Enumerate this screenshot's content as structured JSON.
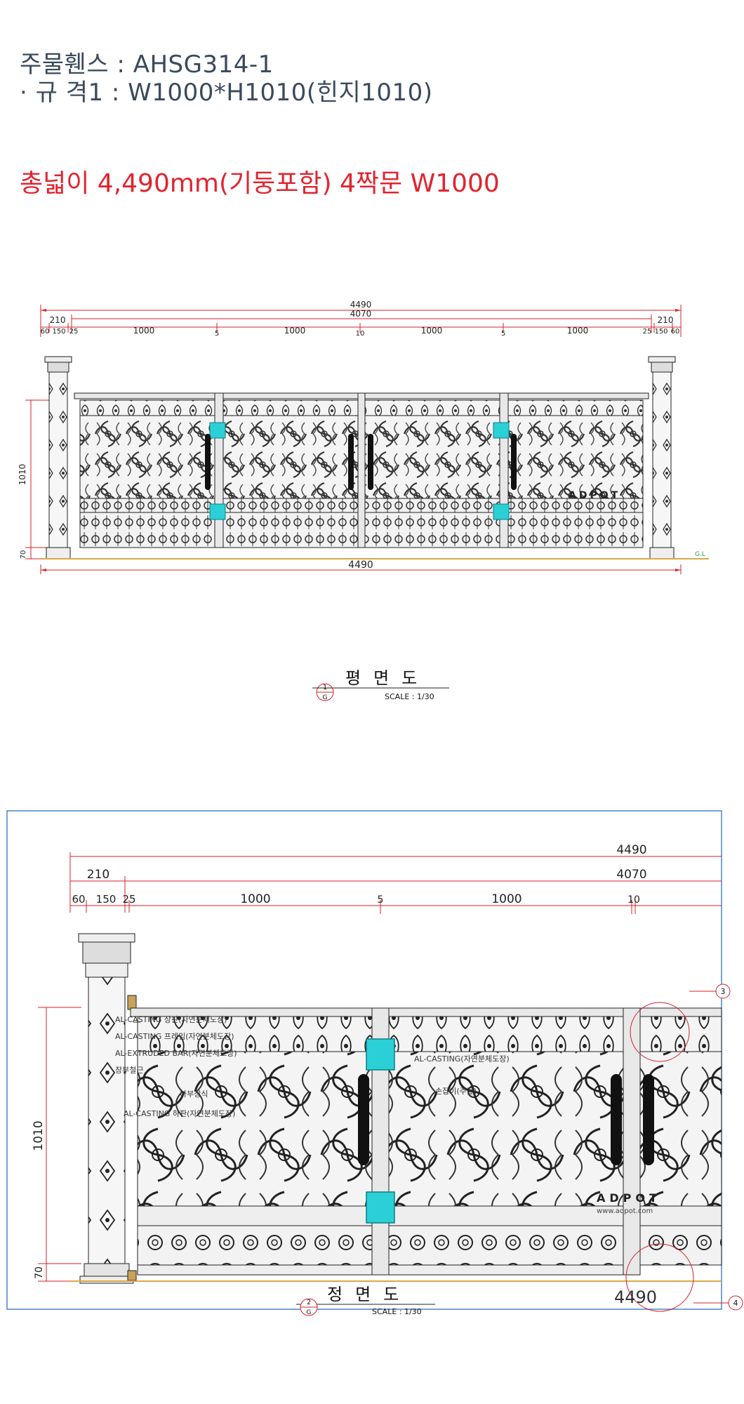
{
  "header": {
    "line1": "주물휀스 : AHSG314-1",
    "line2": "· 규 격1 : W1000*H1010(힌지1010)",
    "highlight": "총넓이 4,490mm(기둥포함) 4짝문 W1000"
  },
  "plan": {
    "dim_total": "4490",
    "dim_inner": "4070",
    "dim_left_post": "210",
    "dim_right_post": "210",
    "seg_left": [
      "60",
      "150",
      "25"
    ],
    "panels": [
      "1000",
      "1000",
      "1000",
      "1000"
    ],
    "gaps": [
      "5",
      "10",
      "5"
    ],
    "seg_right": [
      "25",
      "150",
      "60"
    ],
    "height": "1010",
    "base": "70",
    "ground_label": "G.L",
    "watermark": "ADPOT",
    "bottom_total": "4490",
    "caption": "평면도",
    "caption_num": "1",
    "caption_sub": "G",
    "scale": "SCALE : 1/30"
  },
  "elevation": {
    "dim_total": "4490",
    "dim_inner": "4070",
    "dim_post": "210",
    "seg_left": [
      "60",
      "150",
      "25"
    ],
    "panels": [
      "1000",
      "1000"
    ],
    "gaps": [
      "5",
      "10"
    ],
    "height": "1010",
    "base": "70",
    "notes": [
      "AL-CASTING 상판(자연분체도장)",
      "AL-CASTING 프레임(자연분체도장)",
      "AL-EXTRUDED BAR(자연분체도장)",
      "장부철근",
      "하부장식",
      "AL-CASTING 하판(자연분체도장)",
      "AL-CASTING(자연분체도장)",
      "손잡이(주물)"
    ],
    "watermark": "ADPOT",
    "watermark_url": "www.adpot.com",
    "callout_top": "3",
    "callout_bottom": "4",
    "bottom_label": "4490",
    "caption": "정면도",
    "caption_num": "2",
    "caption_sub": "G",
    "scale": "SCALE : 1/30"
  },
  "colors": {
    "title_gray": "#3a4a5c",
    "title_red": "#e0242f",
    "dim_red": "#d6202a",
    "hinge_cyan": "#2ad0d6",
    "frame_blue": "#4a86c8"
  }
}
